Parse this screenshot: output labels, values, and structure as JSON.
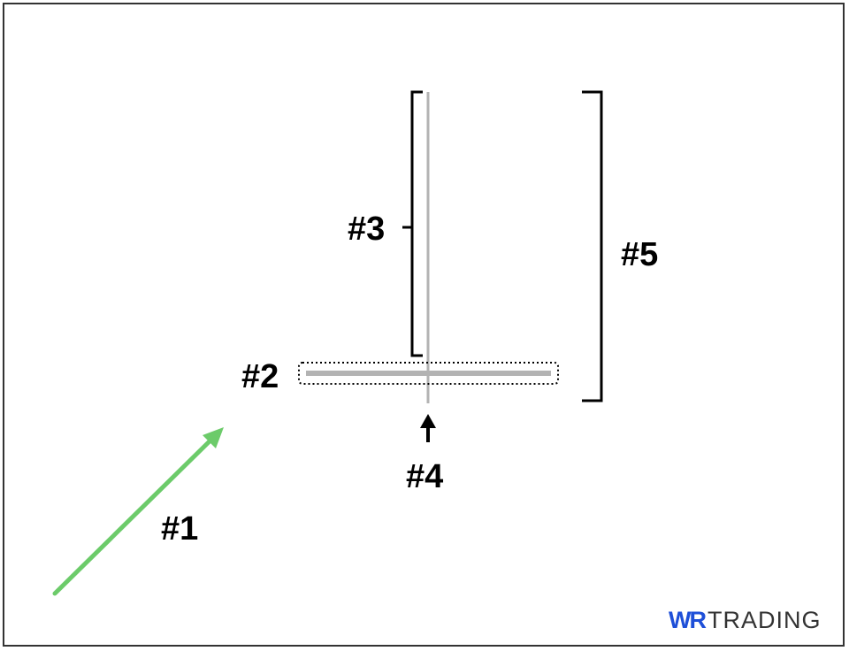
{
  "labels": {
    "l1": "#1",
    "l2": "#2",
    "l3": "#3",
    "l4": "#4",
    "l5": "#5"
  },
  "logo": {
    "brand": "WR",
    "name": "TRADING"
  },
  "colors": {
    "arrow_green": "#6ccb6a",
    "candle_gray": "#b3b3b3",
    "bracket": "#000000",
    "logo_blue": "#1e4fd8",
    "logo_gray": "#333333"
  }
}
